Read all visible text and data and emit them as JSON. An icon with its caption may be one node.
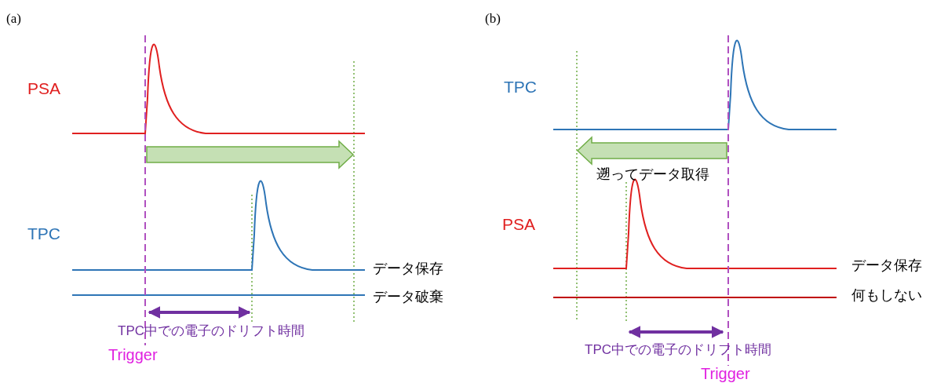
{
  "diagram": {
    "labels": [
      "(a)",
      "PSA",
      "TPC",
      "データ保存",
      "データ破棄",
      "TPC中での電子のドリフト時間",
      "Trigger",
      "(b)",
      "TPC",
      "遡ってデータ取得",
      "PSA",
      "データ保存",
      "何もしない",
      "TPC中での電子のドリフト時間",
      "Trigger"
    ]
  }
}
